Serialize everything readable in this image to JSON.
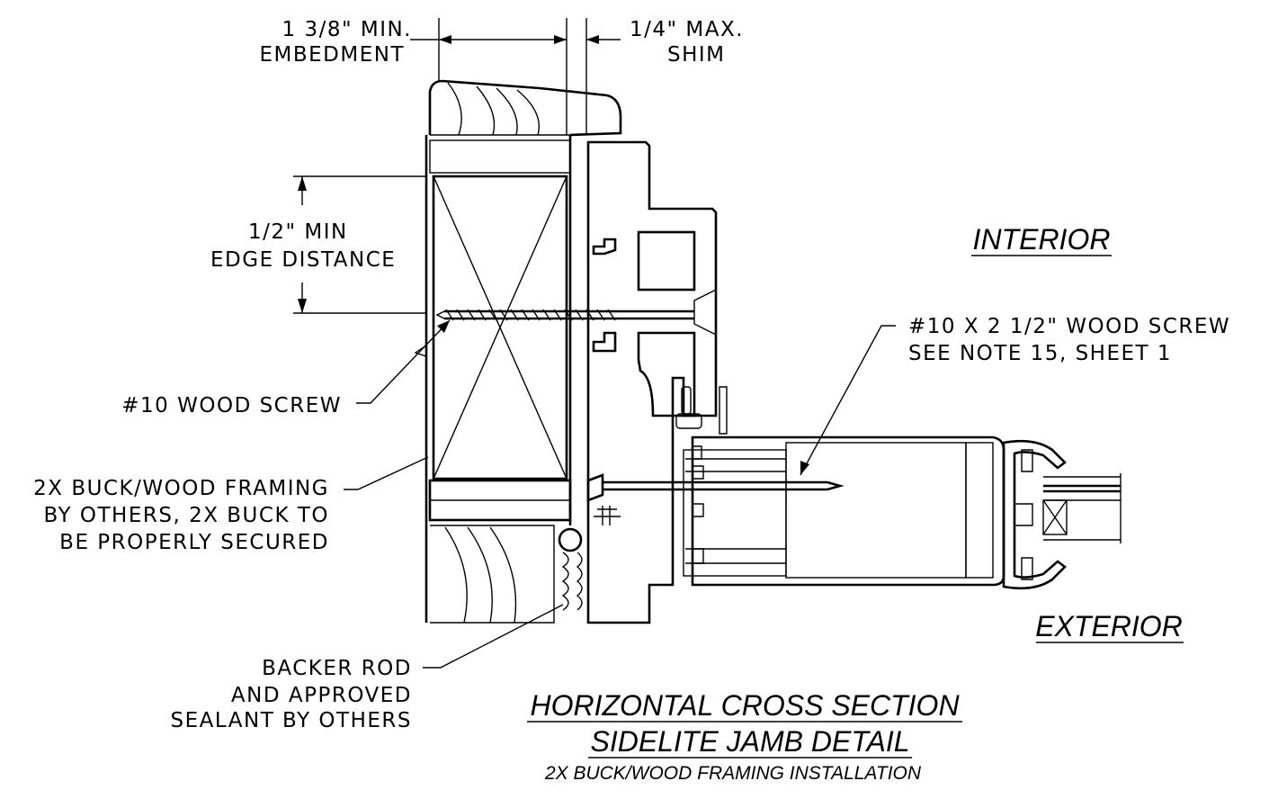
{
  "labels": {
    "embedment_line1": "1 3/8\" MIN.",
    "embedment_line2": "EMBEDMENT",
    "shim_line1": "1/4\" MAX.",
    "shim_line2": "SHIM",
    "edge_line1": "1/2\" MIN",
    "edge_line2": "EDGE DISTANCE",
    "interior": "INTERIOR",
    "exterior": "EXTERIOR",
    "screw_line1": "#10 X 2 1/2\" WOOD SCREW",
    "screw_line2": "SEE NOTE 15, SHEET 1",
    "wood_screw": "#10 WOOD SCREW",
    "buck_line1": "2X BUCK/WOOD FRAMING",
    "buck_line2": "BY OTHERS, 2X BUCK TO",
    "buck_line3": "BE PROPERLY SECURED",
    "backer_line1": "BACKER ROD",
    "backer_line2": "AND APPROVED",
    "backer_line3": "SEALANT BY OTHERS"
  },
  "title": {
    "line1": "HORIZONTAL CROSS SECTION",
    "line2": "SIDELITE JAMB DETAIL",
    "line3": "2X BUCK/WOOD FRAMING INSTALLATION"
  }
}
